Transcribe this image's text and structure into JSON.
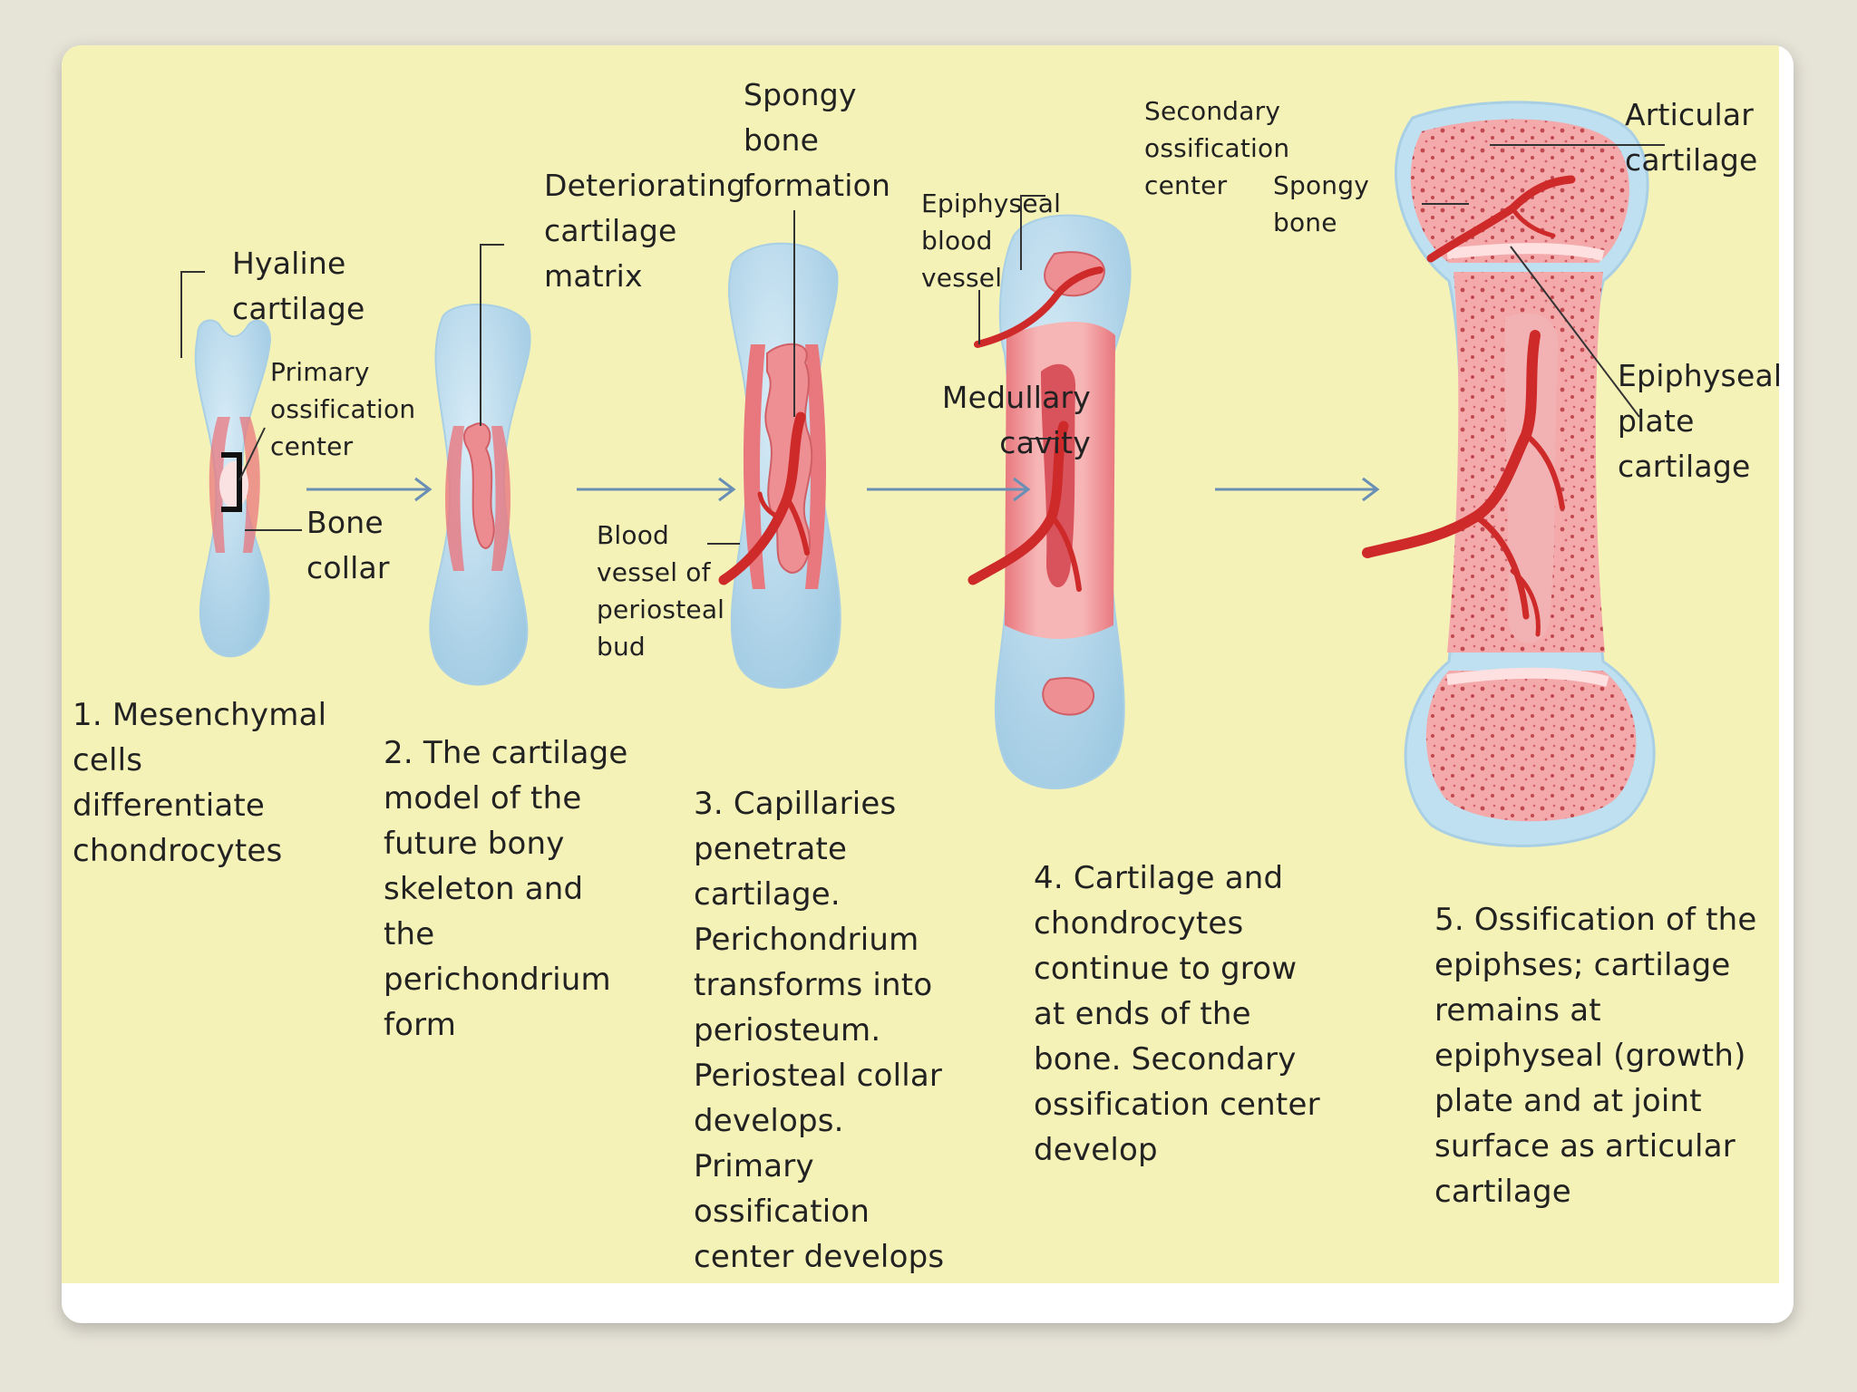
{
  "colors": {
    "page_background": "#e6e3d7",
    "panel_background": "#f5f2b8",
    "cartilage": "#b7d9ec",
    "bone": "#f09aa0",
    "blood_vessel": "#cf2a2a",
    "arrow": "#6a8fb5"
  },
  "labels": {
    "hyaline_cartilage": "Hyaline\ncartilage",
    "primary_ossification_center": "Primary\nossification\ncenter",
    "bone_collar": "Bone\ncollar",
    "deteriorating_cartilage_matrix": "Deteriorating\ncartilage\nmatrix",
    "spongy_bone_formation": "Spongy\nbone\nformation",
    "blood_vessel_periosteal_bud": "Blood\nvessel of\nperiosteal\nbud",
    "epiphyseal_blood_vessel": "Epiphyseal\nblood\nvessel",
    "medullary_cavity": "Medullary\ncavity",
    "secondary_ossification_center": "Secondary\nossification\ncenter",
    "spongy_bone": "Spongy\nbone",
    "articular_cartilage": "Articular\ncartilage",
    "epiphyseal_plate_cartilage": "Epiphyseal\nplate\ncartilage"
  },
  "steps": [
    {
      "number": "1.",
      "text": "1. Mesenchymal\n    cells\n    differentiate\n    chondrocytes"
    },
    {
      "number": "2.",
      "text": "2. The cartilage\n    model of the\n    future bony\n    skeleton and\n    the\n    perichondrium\n    form"
    },
    {
      "number": "3.",
      "text": "3. Capillaries\n    penetrate\n    cartilage.\n    Perichondrium\n    transforms into\n    periosteum.\n    Periosteal collar\n    develops.\n    Primary\n    ossification\n    center develops"
    },
    {
      "number": "4.",
      "text": "4. Cartilage and\n    chondrocytes\n    continue to grow\n    at ends of the\n    bone. Secondary\n    ossification center\n    develop"
    },
    {
      "number": "5.",
      "text": "5. Ossification of the\n    epiphses; cartilage\n    remains at\n    epiphyseal (growth)\n    plate and at joint\n    surface as articular\n    cartilage"
    }
  ]
}
